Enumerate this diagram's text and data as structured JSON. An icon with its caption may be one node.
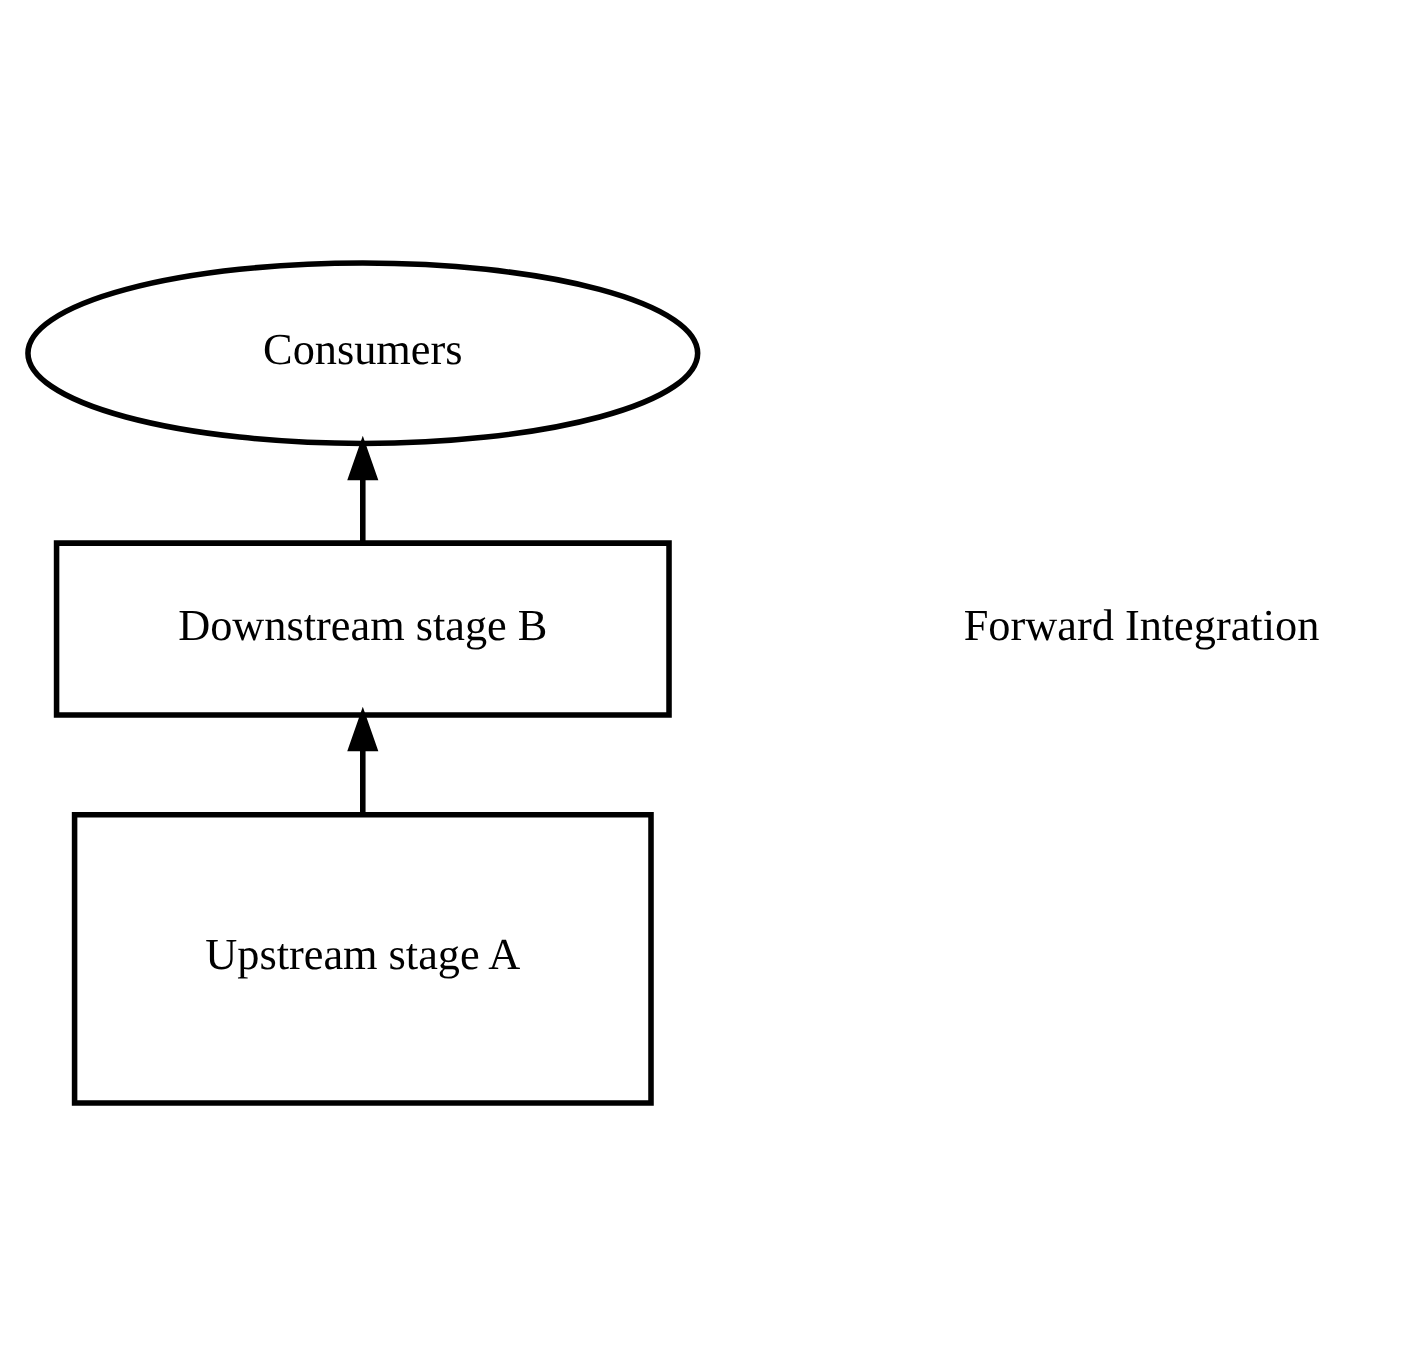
{
  "diagram": {
    "nodes": [
      {
        "text": [
          "Consumers"
        ]
      },
      {
        "text": [
          "Downstream stage B"
        ]
      },
      {
        "text": [
          "Upstream stage A"
        ]
      }
    ],
    "edges": [
      {
        "from": 2,
        "to": 1,
        "arrow": "to"
      },
      {
        "from": 1,
        "to": 0,
        "arrow": "to"
      }
    ],
    "labels": [
      "Forward Integration"
    ]
  }
}
